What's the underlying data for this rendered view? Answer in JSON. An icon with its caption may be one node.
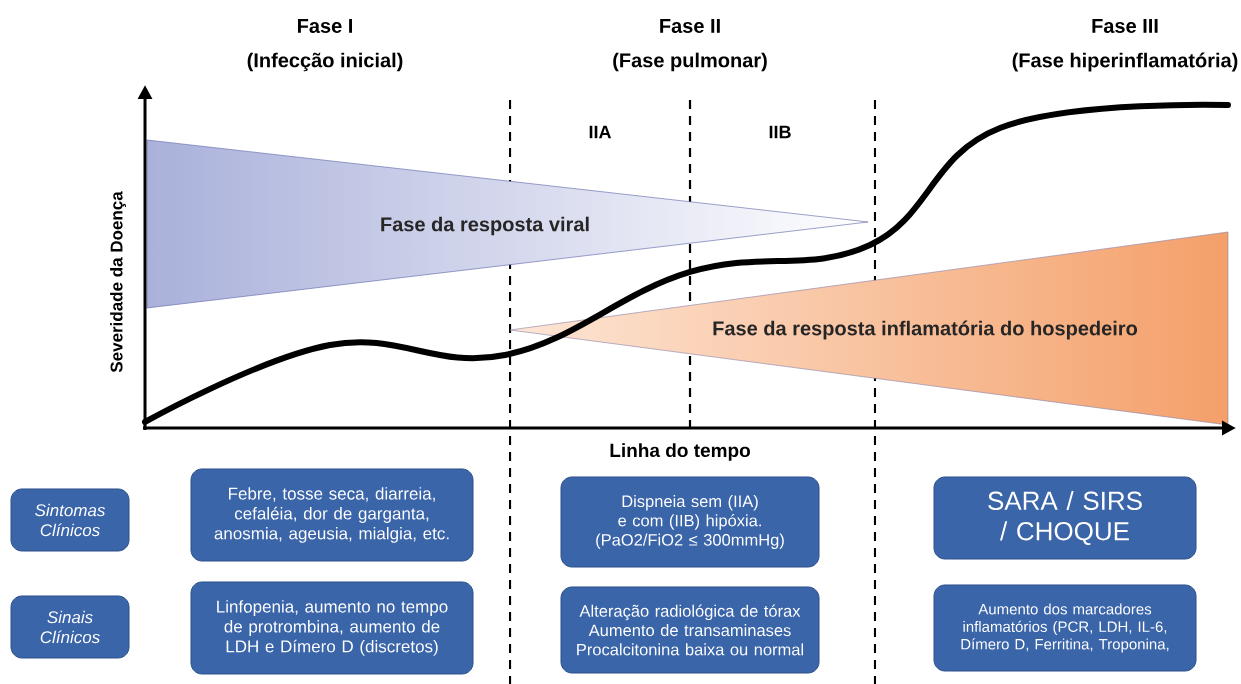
{
  "diagram": {
    "nodes": [
      {
        "text": [
          "Fase da resposta viral"
        ]
      },
      {
        "text": [
          "Fase da resposta inflamatória do hospedeiro"
        ]
      },
      {
        "text": [
          "Sintomas Clínicos"
        ]
      },
      {
        "text": [
          "Febre, tosse seca, diarreia, cefaléia, dor de garganta, anosmia, ageusia, mialgia, etc."
        ]
      },
      {
        "text": [
          "Dispneia sem (IIA) e com (IIB) hipóxia. (PaO2/FiO2 ≤ 300mmHg)"
        ]
      },
      {
        "text": [
          "SARA / SIRS / CHOQUE"
        ]
      },
      {
        "text": [
          "Sinais Clínicos"
        ]
      },
      {
        "text": [
          "Linfopenia, aumento no tempo de protrombina, aumento de LDH e Dímero D (discretos)"
        ]
      },
      {
        "text": [
          "Alteração radiológica de tórax Aumento de transaminases Procalcitonina baixa ou normal"
        ]
      },
      {
        "text": [
          "Aumento dos marcadores inflamatórios (PCR, LDH, IL-6, Dímero D, Ferritina, Troponina,"
        ]
      }
    ],
    "labels": [
      "Fase I",
      "(Infecção inicial)",
      "Fase II",
      "(Fase pulmonar)",
      "Fase III",
      "(Fase hiperinflamatória)",
      "IIA",
      "IIB",
      "Severidade da Doença",
      "Linha do tempo"
    ]
  }
}
